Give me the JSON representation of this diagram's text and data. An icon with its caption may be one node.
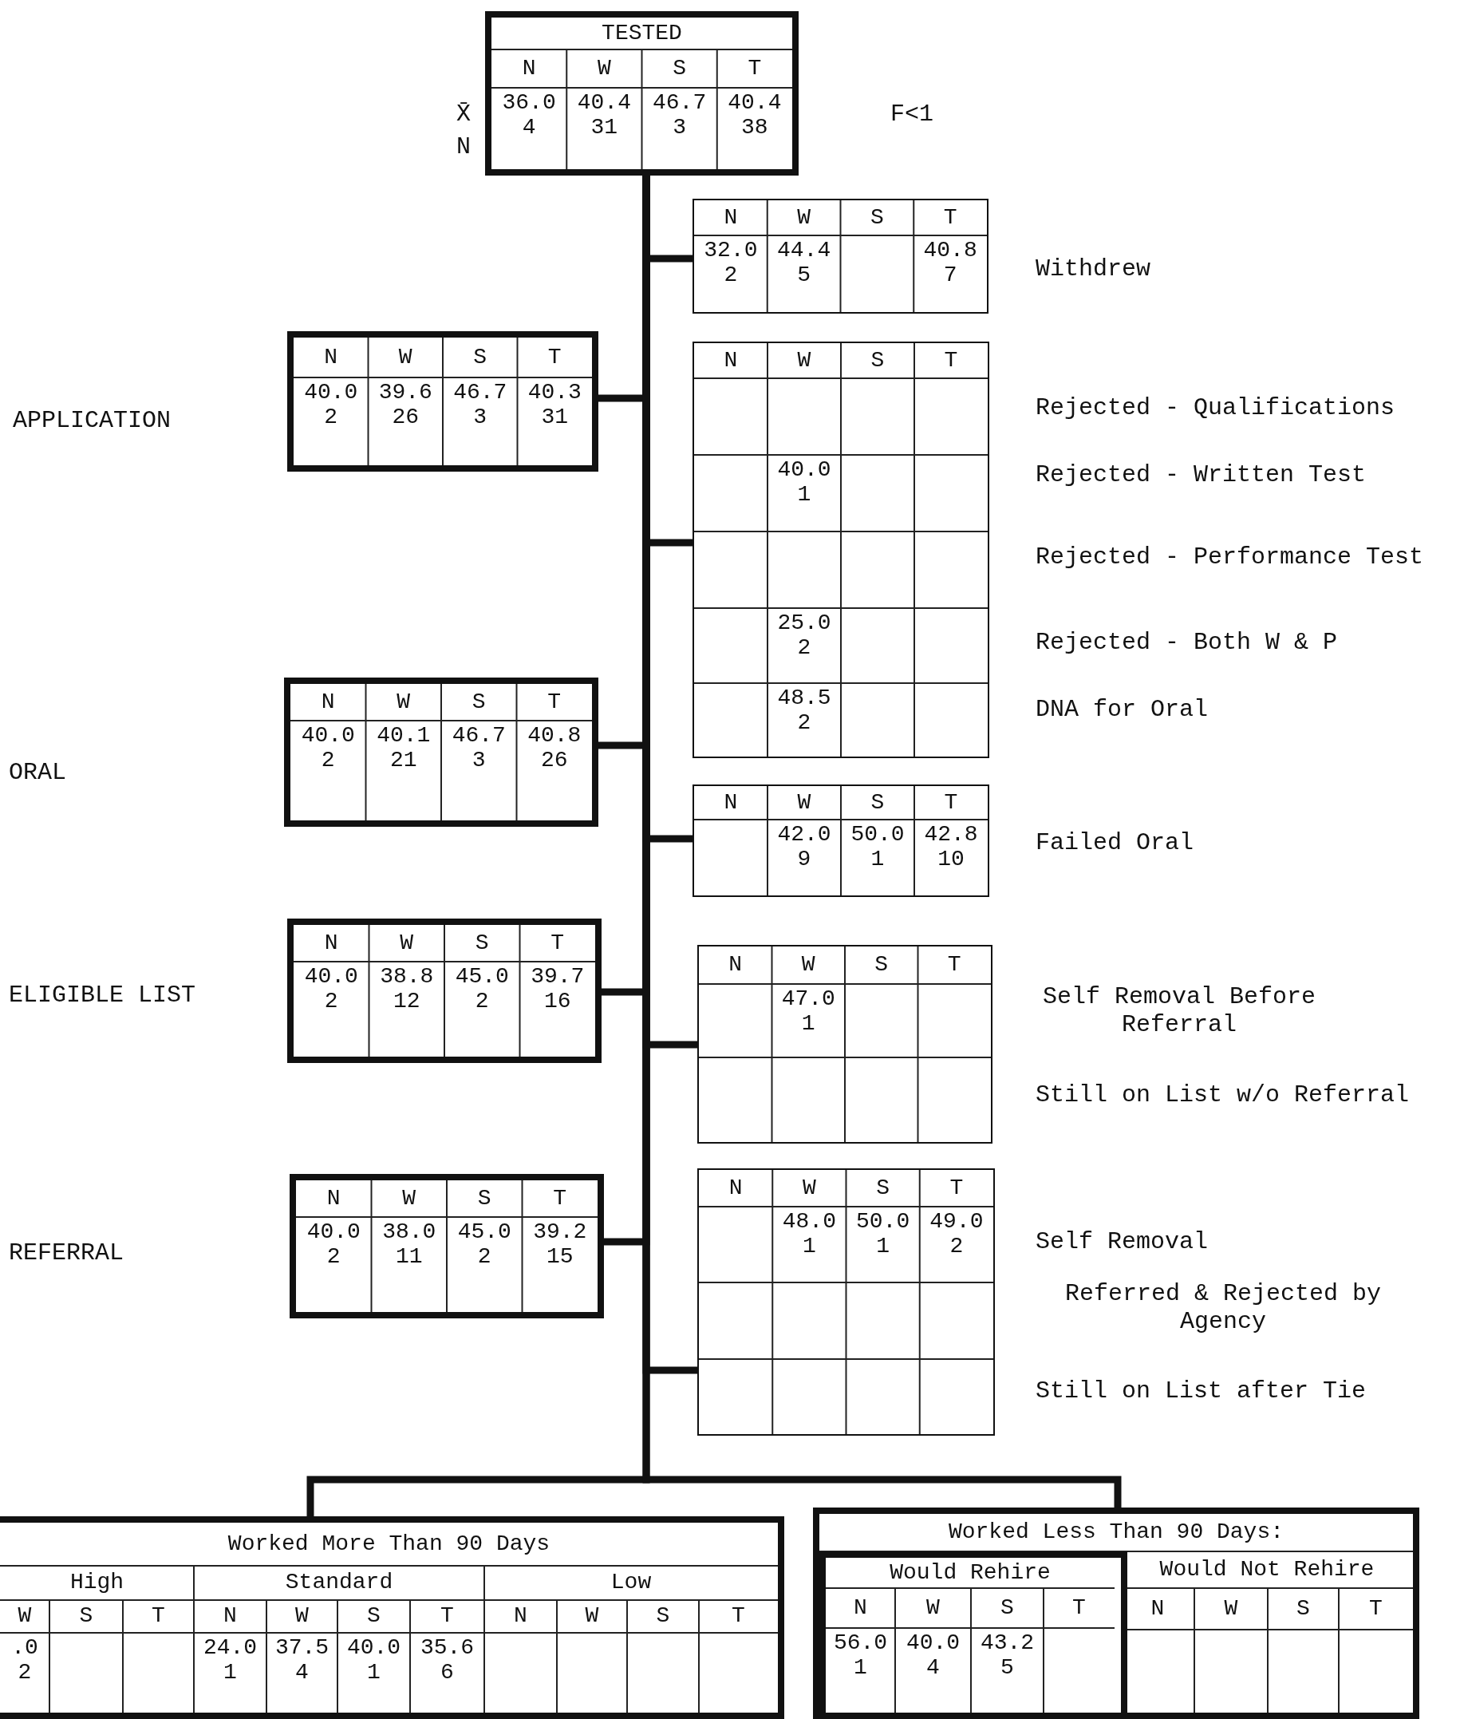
{
  "diagram": {
    "nodes": [
      {
        "text": [
          "TESTED",
          "N",
          "W",
          "S",
          "T",
          "36.0 4",
          "40.4 31",
          "46.7 3",
          "40.4 38"
        ],
        "beside": [
          "X̄",
          "N"
        ]
      },
      {
        "text": [
          "N",
          "W",
          "S",
          "T",
          "32.0 2",
          "44.4 5",
          "40.8 7"
        ],
        "beside": [
          "Withdrew"
        ]
      },
      {
        "text": [
          "N",
          "W",
          "S",
          "T",
          "40.0 2",
          "39.6 26",
          "46.7 3",
          "40.3 31"
        ]
      },
      {
        "text": [
          "N",
          "W",
          "S",
          "T",
          "40.0 1",
          "25.0 2",
          "48.5 2"
        ],
        "beside": [
          "Rejected - Qualifications",
          "Rejected - Written Test",
          "Rejected - Performance Test",
          "Rejected - Both W & P",
          "DNA for Oral"
        ]
      },
      {
        "text": [
          "N",
          "W",
          "S",
          "T",
          "40.0 2",
          "40.1 21",
          "46.7 3",
          "40.8 26"
        ]
      },
      {
        "text": [
          "N",
          "W",
          "S",
          "T",
          "42.0 9",
          "50.0 1",
          "42.8 10"
        ],
        "beside": [
          "Failed Oral"
        ]
      },
      {
        "text": [
          "N",
          "W",
          "S",
          "T",
          "40.0 2",
          "38.8 12",
          "45.0 2",
          "39.7 16"
        ]
      },
      {
        "text": [
          "N",
          "W",
          "S",
          "T",
          "47.0 1"
        ],
        "beside": [
          "Self Removal Before Referral",
          "Still on List w/o Referral"
        ]
      },
      {
        "text": [
          "N",
          "W",
          "S",
          "T",
          "40.0 2",
          "38.0 11",
          "45.0 2",
          "39.2 15"
        ]
      },
      {
        "text": [
          "N",
          "W",
          "S",
          "T",
          "48.0 1",
          "50.0 1",
          "49.0 2"
        ],
        "beside": [
          "Self Removal",
          "Referred & Rejected by Agency",
          "Still on List after Tie"
        ]
      },
      {
        "text": [
          "Worked More Than 90 Days",
          "High",
          "Standard",
          "Low",
          "W",
          "S",
          "T",
          "N",
          "W",
          "S",
          "T",
          "N",
          "W",
          "S",
          "T",
          ".0 2",
          "24.0 1",
          "37.5 4",
          "40.0 1",
          "35.6 6"
        ]
      },
      {
        "text": [
          "Worked Less Than 90 Days:",
          "Would Not Rehire",
          "N",
          "W",
          "S",
          "T"
        ]
      },
      {
        "text": [
          "Would Rehire",
          "N",
          "W",
          "S",
          "T",
          "56.0 1",
          "40.0 4",
          "43.2 5"
        ],
        "in": 11
      }
    ],
    "edges": [
      {
        "from": 0,
        "to": 1,
        "arrow": "none"
      },
      {
        "from": 0,
        "to": 2,
        "arrow": "none"
      },
      {
        "from": 0,
        "to": 3,
        "arrow": "none"
      },
      {
        "from": 0,
        "to": 4,
        "arrow": "none"
      },
      {
        "from": 0,
        "to": 5,
        "arrow": "none"
      },
      {
        "from": 0,
        "to": 6,
        "arrow": "none"
      },
      {
        "from": 0,
        "to": 7,
        "arrow": "none"
      },
      {
        "from": 0,
        "to": 8,
        "arrow": "none"
      },
      {
        "from": 0,
        "to": 9,
        "arrow": "none"
      },
      {
        "from": 0,
        "to": 10,
        "arrow": "none"
      },
      {
        "from": 0,
        "to": 11,
        "arrow": "none"
      }
    ],
    "labels": [
      "F<1",
      "APPLICATION",
      "ORAL",
      "ELIGIBLE LIST",
      "REFERRAL"
    ]
  }
}
